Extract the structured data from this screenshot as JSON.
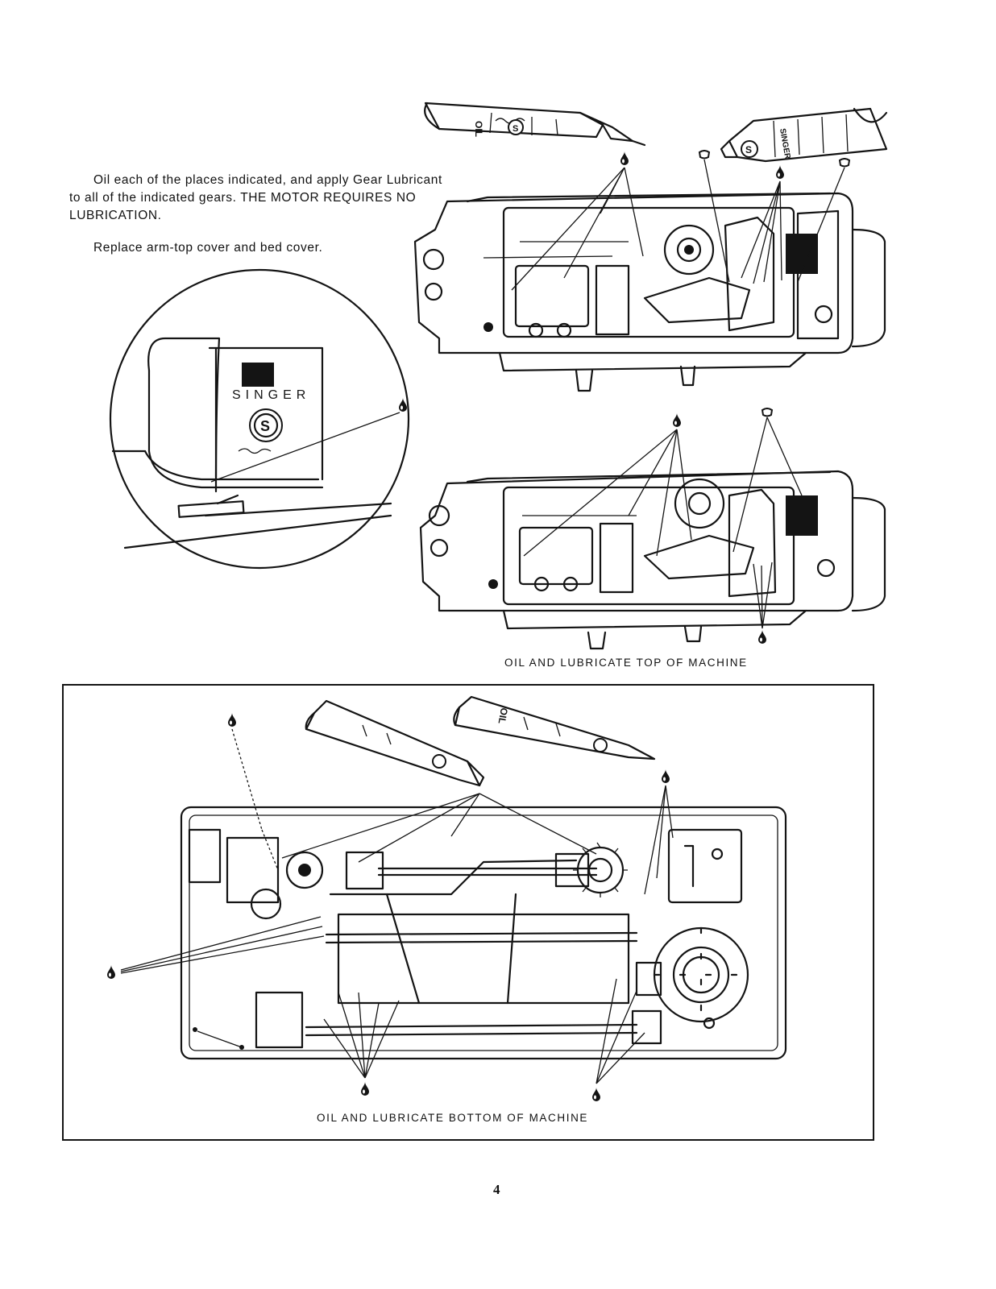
{
  "intro": {
    "paragraph1": "Oil each of the places indicated, and apply Gear Lubricant to all of the indicated gears. THE MOTOR REQUIRES NO LUBRICATION.",
    "paragraph2": "Replace arm-top cover and bed cover."
  },
  "captions": {
    "top": "OIL AND LUBRICATE TOP OF MACHINE",
    "bottom": "OIL AND LUBRICATE BOTTOM OF MACHINE"
  },
  "page_number": "4",
  "illustration_labels": {
    "brand": "SINGER",
    "logo_letter": "S",
    "oil_tube_label": "OIL",
    "lubricant_tube_label": "SINGER"
  }
}
